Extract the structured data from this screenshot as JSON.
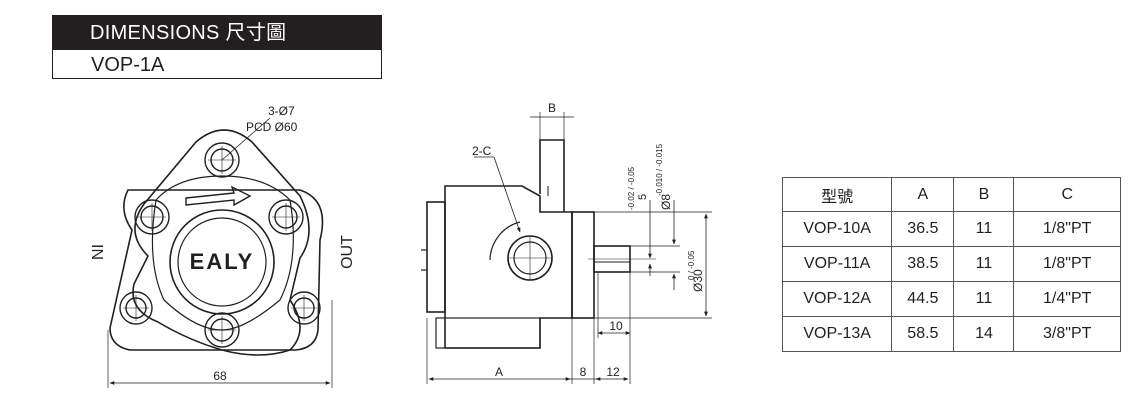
{
  "header": {
    "title": "DIMENSIONS 尺寸圖",
    "model": "VOP-1A"
  },
  "front_view": {
    "logo": "EALY",
    "in_label": "IN",
    "out_label": "OUT",
    "hole_note": "3-Ø7",
    "pcd_note": "PCD Ø60",
    "width_dim": "68"
  },
  "side_view": {
    "b_label": "B",
    "a_label": "A",
    "port_label": "2-C",
    "dim_8": "8",
    "dim_12": "12",
    "dim_10": "10",
    "key_width": "5",
    "key_tol": "-0.02 / -0.05",
    "shaft_dia": "Ø8",
    "shaft_tol": "-0.010 / -0.015",
    "pilot_dia": "Ø30",
    "pilot_tol": "0 / -0.05"
  },
  "spec_table": {
    "headers": [
      "型號",
      "A",
      "B",
      "C"
    ],
    "rows": [
      [
        "VOP-10A",
        "36.5",
        "11",
        "1/8\"PT"
      ],
      [
        "VOP-11A",
        "38.5",
        "11",
        "1/8\"PT"
      ],
      [
        "VOP-12A",
        "44.5",
        "11",
        "1/4\"PT"
      ],
      [
        "VOP-13A",
        "58.5",
        "14",
        "3/8\"PT"
      ]
    ]
  },
  "colors": {
    "ink": "#231f20",
    "header_bg": "#231f20",
    "header_text": "#ffffff"
  }
}
